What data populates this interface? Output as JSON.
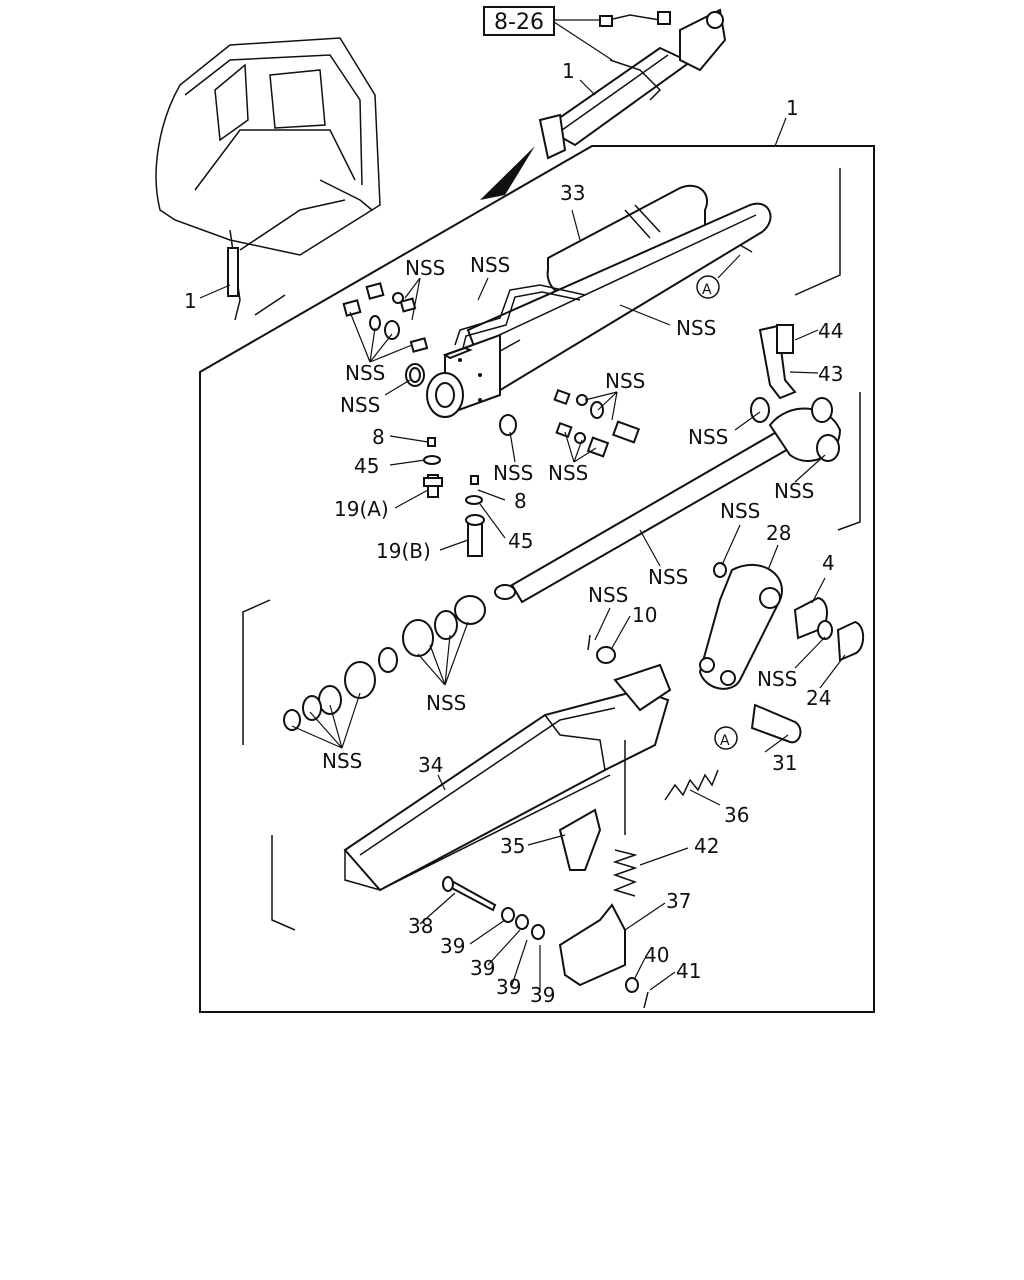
{
  "reference_box": "8-26",
  "callouts": {
    "c1_top": "1",
    "c1_frame": "1",
    "c1_cab": "1",
    "c33": "33",
    "cA_upper": "A",
    "cNSS_pipe": "NSS",
    "cNSS_top1": "NSS",
    "cNSS_top2": "NSS",
    "cNSS_left1": "NSS",
    "cNSS_left2": "NSS",
    "cNSS_right1": "NSS",
    "cNSS_right2": "NSS",
    "cNSS_mid": "NSS",
    "c44": "44",
    "c43": "43",
    "cNSS_bush1": "NSS",
    "cNSS_bush2": "NSS",
    "c8a": "8",
    "c45a": "45",
    "c19a": "19(A)",
    "c8b": "8",
    "c45b": "45",
    "c19b": "19(B)",
    "cNSS_rod": "NSS",
    "cNSS_clip": "NSS",
    "c28": "28",
    "c4": "4",
    "cNSS_10": "NSS",
    "c10": "10",
    "cNSS_24": "NSS",
    "c24": "24",
    "cNSS_seal": "NSS",
    "cNSS_seal2": "NSS",
    "cA_lower": "A",
    "c31": "31",
    "c34": "34",
    "c36": "36",
    "c35": "35",
    "c42": "42",
    "c37": "37",
    "c38": "38",
    "c39a": "39",
    "c39b": "39",
    "c39c": "39",
    "c39d": "39",
    "c40": "40",
    "c41": "41"
  }
}
